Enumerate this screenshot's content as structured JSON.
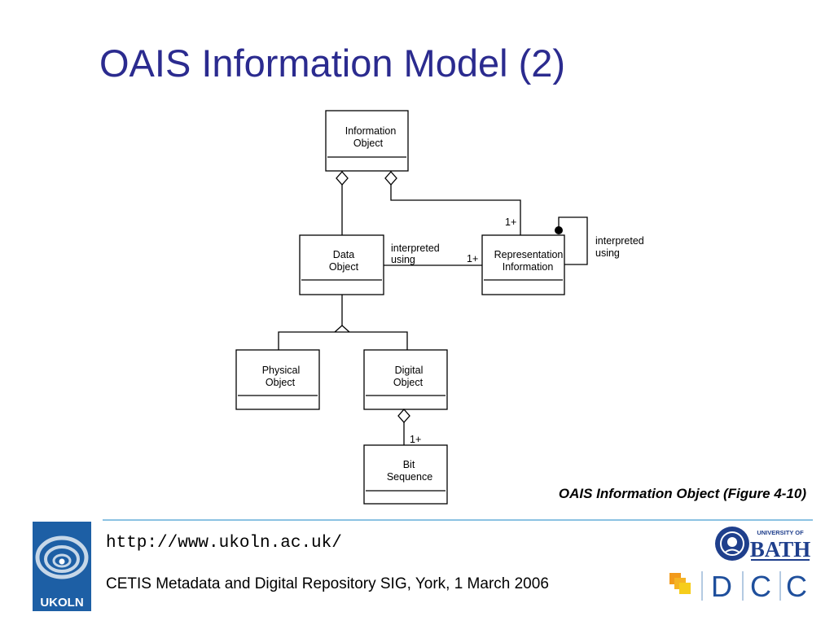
{
  "slide": {
    "title": "OAIS Information Model (2)",
    "caption": "OAIS Information Object (Figure 4-10)",
    "footer_url": "http://www.ukoln.ac.uk/",
    "footer_text": "CETIS Metadata and Digital Repository SIG, York, 1 March 2006"
  },
  "diagram": {
    "boxes": [
      {
        "id": "information-object",
        "line1": "Information",
        "line2": "Object"
      },
      {
        "id": "data-object",
        "line1": "Data",
        "line2": "Object"
      },
      {
        "id": "representation-information",
        "line1": "Representation",
        "line2": "Information"
      },
      {
        "id": "physical-object",
        "line1": "Physical",
        "line2": "Object"
      },
      {
        "id": "digital-object",
        "line1": "Digital",
        "line2": "Object"
      },
      {
        "id": "bit-sequence",
        "line1": "Bit",
        "line2": "Sequence"
      }
    ],
    "labels": {
      "interpreted_line1": "interpreted",
      "interpreted_line2": "using",
      "self_interpreted_line1": "interpreted",
      "self_interpreted_line2": "using",
      "mult_repinfo_top": "1+",
      "mult_repinfo_left": "1+",
      "mult_bit": "1+"
    }
  },
  "logos": {
    "ukoln": "UKOLN",
    "bath_university": "UNIVERSITY OF",
    "bath": "BATH",
    "dcc": [
      "D",
      "C",
      "C"
    ]
  },
  "colors": {
    "title": "#2b2b8f",
    "rule": "#8cc2e2",
    "ukoln_bg": "#1d5fa5",
    "bath": "#1f3f8c",
    "dcc": "#1f4f9c",
    "dcc_orange": "#f29a1b",
    "dcc_yellow": "#f6cd1b"
  },
  "icons": [
    "ukoln-logo",
    "bath-crest-icon",
    "dcc-squares-icon"
  ]
}
